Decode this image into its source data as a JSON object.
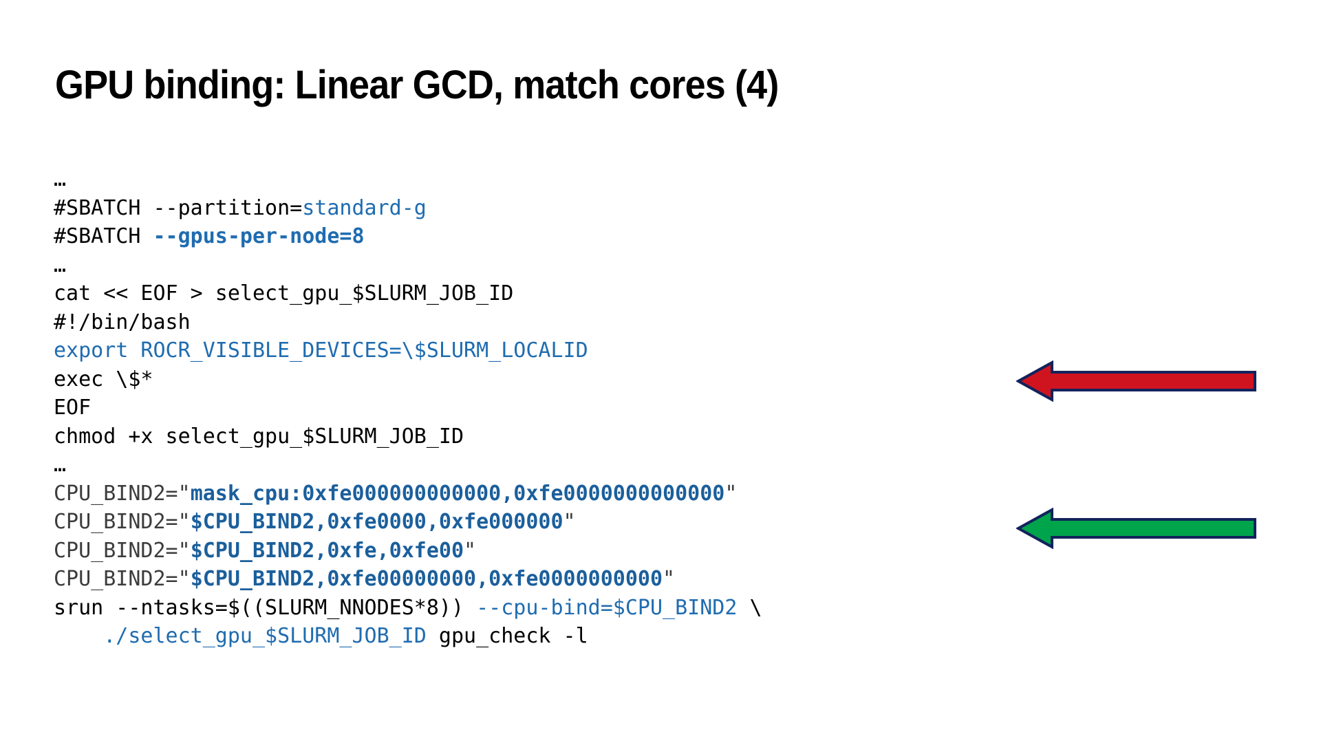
{
  "slide": {
    "title": "GPU binding: Linear GCD, match cores (4)",
    "background_color": "#ffffff"
  },
  "colors": {
    "text": "#000000",
    "code_highlight_blue": "#1f6cb0",
    "arrow_red_fill": "#cf1420",
    "arrow_green_fill": "#00a44b",
    "arrow_outline": "#12235c"
  },
  "code": {
    "language": "bash",
    "lines": [
      {
        "id": "line-1",
        "segments": [
          {
            "text": "…",
            "style": "plain"
          }
        ]
      },
      {
        "id": "line-2",
        "segments": [
          {
            "text": "#SBATCH --partition=",
            "style": "plain"
          },
          {
            "text": "standard-g",
            "style": "blue"
          }
        ]
      },
      {
        "id": "line-3",
        "segments": [
          {
            "text": "#SBATCH ",
            "style": "plain"
          },
          {
            "text": "--gpus-per-node=8",
            "style": "blue-bold"
          }
        ]
      },
      {
        "id": "line-4",
        "segments": [
          {
            "text": "…",
            "style": "plain"
          }
        ]
      },
      {
        "id": "line-5",
        "segments": [
          {
            "text": "cat << EOF > select_gpu_$SLURM_JOB_ID",
            "style": "plain"
          }
        ]
      },
      {
        "id": "line-6",
        "segments": [
          {
            "text": "#!/bin/bash",
            "style": "plain"
          }
        ]
      },
      {
        "id": "line-7",
        "segments": [
          {
            "text": "export ROCR_VISIBLE_DEVICES=\\$SLURM_LOCALID",
            "style": "blue"
          }
        ]
      },
      {
        "id": "line-8",
        "segments": [
          {
            "text": "exec \\$*",
            "style": "plain"
          }
        ]
      },
      {
        "id": "line-9",
        "segments": [
          {
            "text": "EOF",
            "style": "plain"
          }
        ]
      },
      {
        "id": "line-10",
        "segments": [
          {
            "text": "chmod +x select_gpu_$SLURM_JOB_ID",
            "style": "plain"
          }
        ]
      },
      {
        "id": "line-11",
        "segments": [
          {
            "text": "…",
            "style": "plain"
          }
        ]
      },
      {
        "id": "line-12",
        "segments": [
          {
            "text": "CPU_BIND2=\"",
            "style": "dim"
          },
          {
            "text": "mask_cpu:0xfe000000000000,0xfe0000000000000",
            "style": "blue-dark"
          },
          {
            "text": "\"",
            "style": "dim"
          }
        ]
      },
      {
        "id": "line-13",
        "segments": [
          {
            "text": "CPU_BIND2=\"",
            "style": "dim"
          },
          {
            "text": "$CPU_BIND2,0xfe0000,0xfe000000",
            "style": "blue-dark"
          },
          {
            "text": "\"",
            "style": "dim"
          }
        ]
      },
      {
        "id": "line-14",
        "segments": [
          {
            "text": "CPU_BIND2=\"",
            "style": "dim"
          },
          {
            "text": "$CPU_BIND2,0xfe,0xfe00",
            "style": "blue-dark"
          },
          {
            "text": "\"",
            "style": "dim"
          }
        ]
      },
      {
        "id": "line-15",
        "segments": [
          {
            "text": "CPU_BIND2=\"",
            "style": "dim"
          },
          {
            "text": "$CPU_BIND2,0xfe00000000,0xfe0000000000",
            "style": "blue-dark"
          },
          {
            "text": "\"",
            "style": "dim"
          }
        ]
      },
      {
        "id": "line-16",
        "segments": [
          {
            "text": "srun --ntasks=$((SLURM_NNODES*8)) ",
            "style": "plain"
          },
          {
            "text": "--cpu-bind=$CPU_BIND2",
            "style": "blue"
          },
          {
            "text": " \\",
            "style": "plain"
          }
        ]
      },
      {
        "id": "line-17",
        "segments": [
          {
            "text": "    ",
            "style": "plain"
          },
          {
            "text": "./select_gpu_$SLURM_JOB_ID",
            "style": "blue"
          },
          {
            "text": " gpu_check -l",
            "style": "plain"
          }
        ]
      }
    ]
  },
  "annotations": [
    {
      "id": "arrow-red",
      "name": "red-left-arrow",
      "direction": "left",
      "fill": "#cf1420",
      "outline": "#12235c",
      "points_at": "line-8"
    },
    {
      "id": "arrow-green",
      "name": "green-left-arrow",
      "direction": "left",
      "fill": "#00a44b",
      "outline": "#12235c",
      "points_at": "line-13"
    }
  ]
}
